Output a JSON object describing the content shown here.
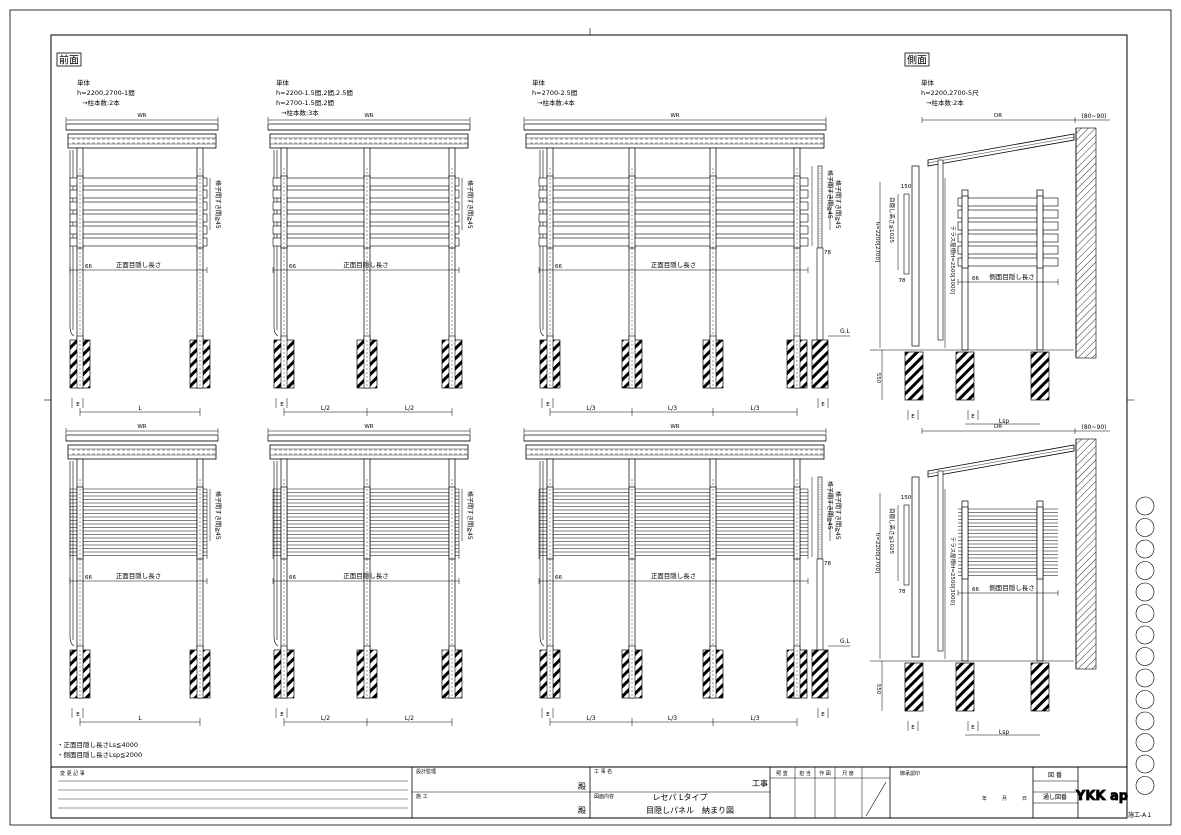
{
  "sections": {
    "front_label": "前面",
    "side_label": "側面"
  },
  "front_views": [
    {
      "note": [
        "単体",
        "h=2200,2700-1間",
        "→柱本数:2本"
      ],
      "wr": "WR",
      "dim_66": "66",
      "panel_label": "正面目隠し長さ",
      "gap_label": "格子間すき間≧45",
      "e": "E",
      "spans": [
        "L"
      ],
      "spans_bottom": [
        "L"
      ]
    },
    {
      "note": [
        "単体",
        "h=2200-1.5間,2間,2.5間",
        "h=2700-1.5間,2間",
        "→柱本数:3本"
      ],
      "wr": "WR",
      "dim_66": "66",
      "panel_label": "正面目隠し長さ",
      "gap_label": "格子間すき間≧45",
      "e": "E",
      "spans": [
        "L/2",
        "L/2"
      ],
      "spans_bottom": [
        "L/2",
        "L/2"
      ]
    },
    {
      "note": [
        "単体",
        "h=2700-2.5間",
        "→柱本数:4本"
      ],
      "wr": "WR",
      "dim_66": "66",
      "panel_label": "正面目隠し長さ",
      "gap_label": "格子間すき間≧45",
      "e": "E",
      "dim_78": "78",
      "gl": "G.L",
      "spans": [
        "L/3",
        "L/3",
        "L/3"
      ],
      "spans_bottom": [
        "L/3",
        "L/3",
        "L/3"
      ]
    }
  ],
  "side_view": {
    "note": [
      "単体",
      "h=2200,2700-5尺",
      "→柱本数:2本"
    ],
    "dr": "DR",
    "range": "(80~90)",
    "dim_150": "150",
    "screen_height": "目隠し高さ≦1025",
    "h_label": "h=2200[2700]",
    "terrace_height": "テラス屋根H=2500[3000]",
    "dim_78": "78",
    "dim_66": "66",
    "panel_label": "側面目隠し長さ",
    "dim_550": "550",
    "e": "E",
    "lsp": "Lsp"
  },
  "notes": [
    "・正面目隠し長さLs≦4000",
    "・側面目隠し長さLsp≦2000"
  ],
  "title_block": {
    "revision_label": "変 更 記 事",
    "design_label": "設計監理",
    "construction_label": "施 工",
    "honorific": "殿",
    "project_label": "工 事 名",
    "project_suffix": "工事",
    "content_label": "図面内容",
    "product": "レセパ Lタイプ",
    "drawing_title": "目隠しパネル　納まり図",
    "approval_cols": [
      "照 査",
      "担 当",
      "作 図",
      "尺 度"
    ],
    "approval_label": "御承認印",
    "date": [
      "年",
      "月",
      "日"
    ],
    "drawing_no_label": "図 番",
    "serial_label": "通し図番",
    "logo": "YKK ap",
    "sheet_code": "施工-A１"
  }
}
